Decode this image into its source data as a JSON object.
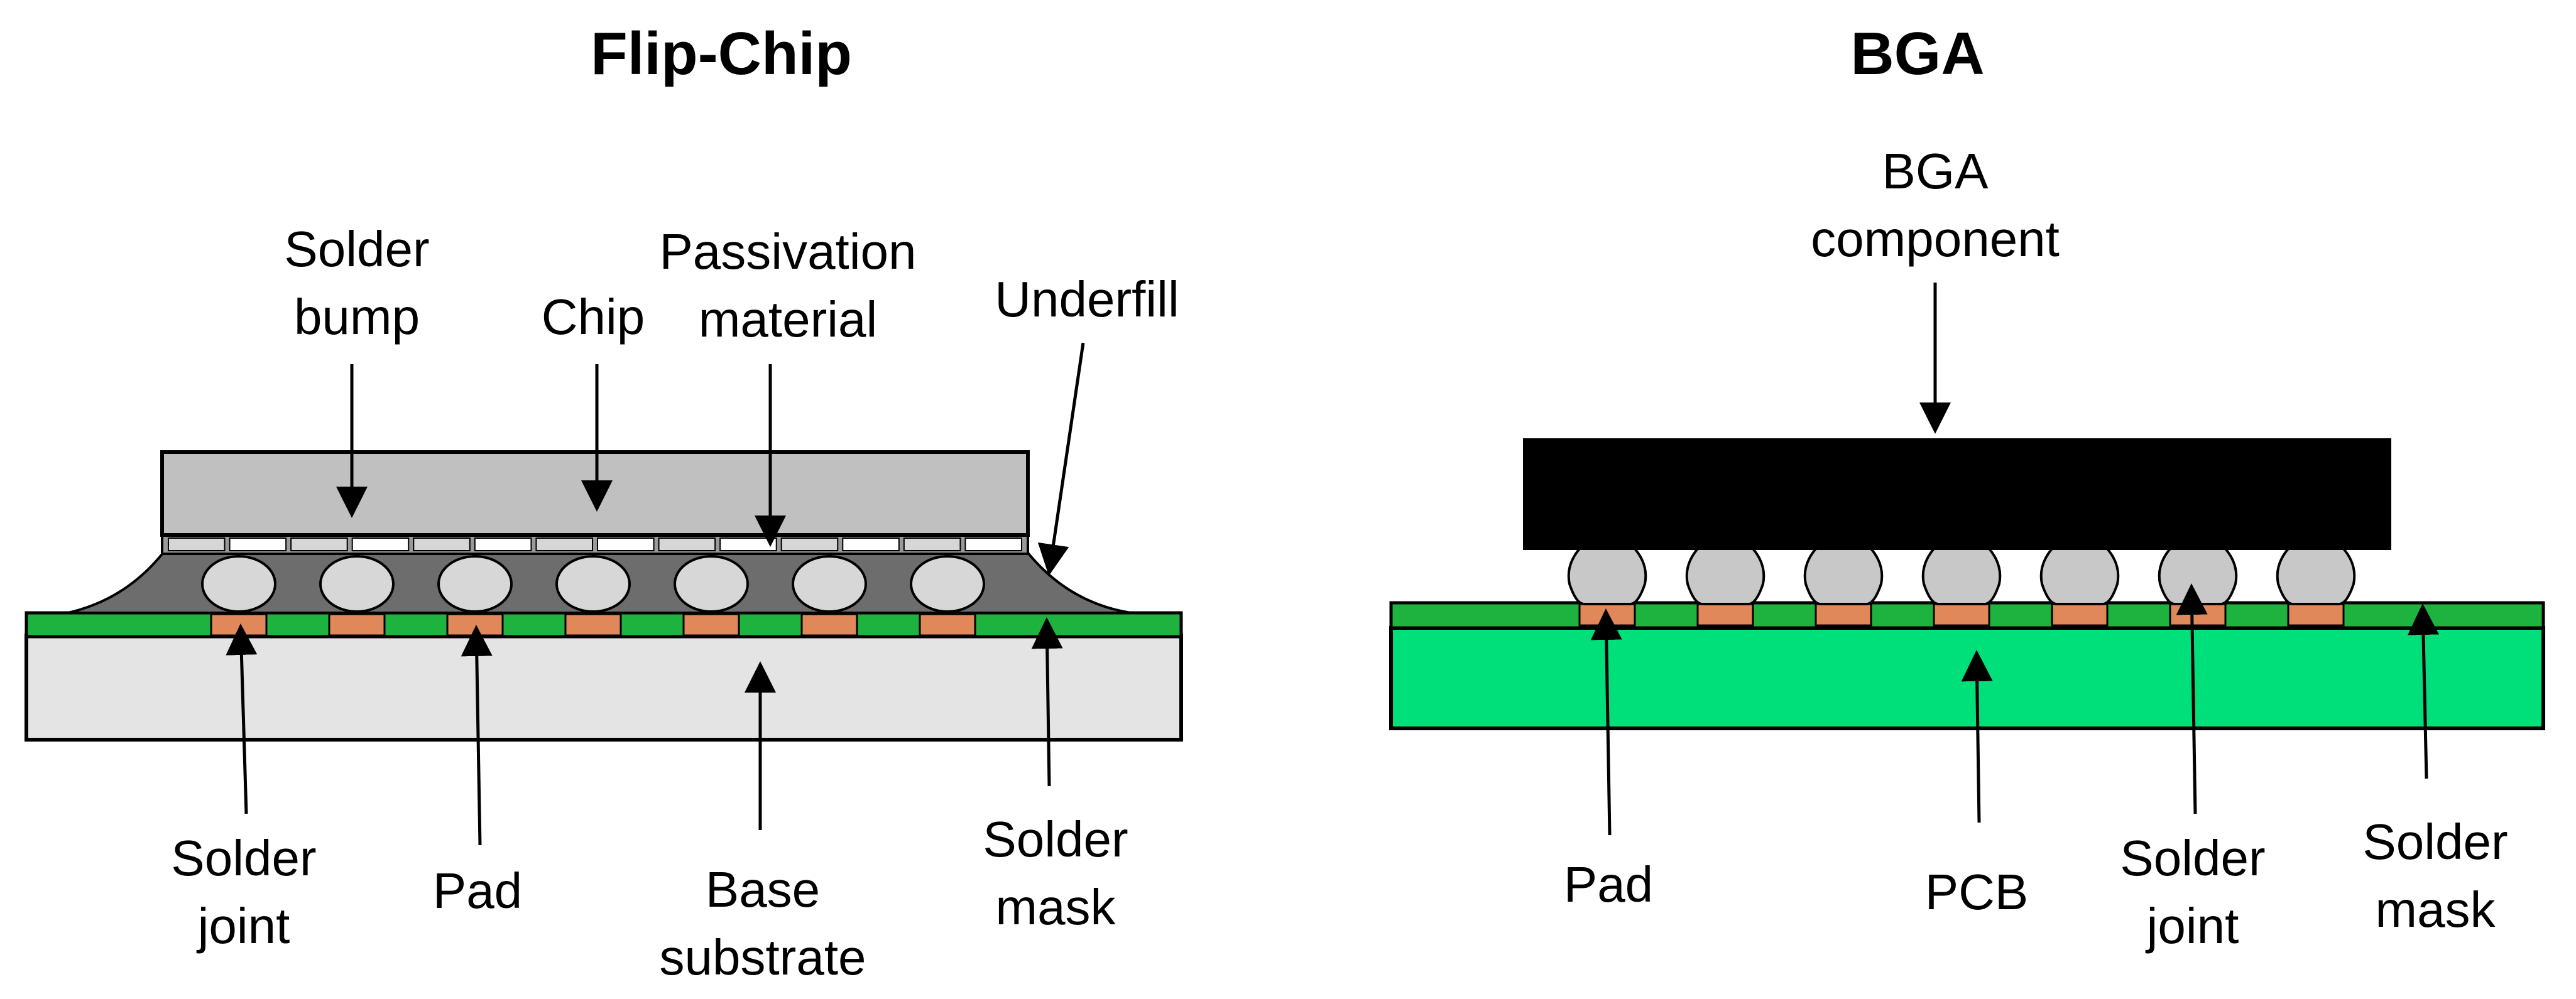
{
  "flip_chip": {
    "title": "Flip-Chip",
    "labels": {
      "solder_bump": [
        "Solder",
        "bump"
      ],
      "chip": [
        "Chip"
      ],
      "passivation_material": [
        "Passivation",
        "material"
      ],
      "underfill": [
        "Underfill"
      ],
      "solder_joint": [
        "Solder",
        "joint"
      ],
      "pad": [
        "Pad"
      ],
      "base_substrate": [
        "Base",
        "substrate"
      ],
      "solder_mask": [
        "Solder",
        "mask"
      ]
    },
    "colors": {
      "chip": "#c0c0c0",
      "underfill": "#6d6d6d",
      "bump": "#d7d7d7",
      "passivation": "#ffffff",
      "solder_mask": "#1eb23e",
      "pad": "#e0885a",
      "substrate": "#e4e4e4"
    },
    "bump_count": 7
  },
  "bga": {
    "title": "BGA",
    "labels": {
      "bga_component": [
        "BGA",
        "component"
      ],
      "pad": [
        "Pad"
      ],
      "pcb": [
        "PCB"
      ],
      "solder_joint": [
        "Solder",
        "joint"
      ],
      "solder_mask": [
        "Solder",
        "mask"
      ]
    },
    "colors": {
      "component": "#000000",
      "ball": "#c8c8c8",
      "solder_mask": "#1eb23e",
      "pad": "#e0885a",
      "pcb": "#00e07a"
    },
    "ball_count": 7
  }
}
